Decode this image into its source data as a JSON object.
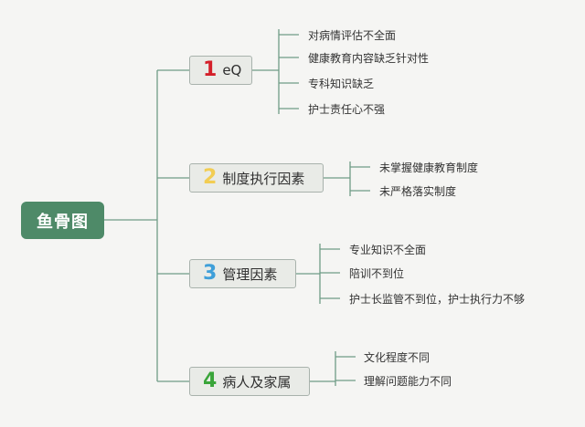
{
  "root": {
    "label": "鱼骨图"
  },
  "branches": [
    {
      "number": "1",
      "label": "eQ",
      "color": "#d4202a",
      "items": [
        "对病情评估不全面",
        "健康教育内容缺乏针对性",
        "专科知识缺乏",
        "护士责任心不强"
      ]
    },
    {
      "number": "2",
      "label": "制度执行因素",
      "color": "#f2cd53",
      "items": [
        "未掌握健康教育制度",
        "未严格落实制度"
      ]
    },
    {
      "number": "3",
      "label": "管理因素",
      "color": "#3f9fd9",
      "items": [
        "专业知识不全面",
        "陪训不到位",
        "护士长监管不到位，护士执行力不够"
      ]
    },
    {
      "number": "4",
      "label": "病人及家属",
      "color": "#3aa53a",
      "items": [
        "文化程度不同",
        "理解问题能力不同"
      ]
    }
  ],
  "colors": {
    "root_bg": "#4e8a68",
    "line": "#6f9c86",
    "box_bg": "#e9ebe7",
    "box_border": "#a8b2ac"
  }
}
